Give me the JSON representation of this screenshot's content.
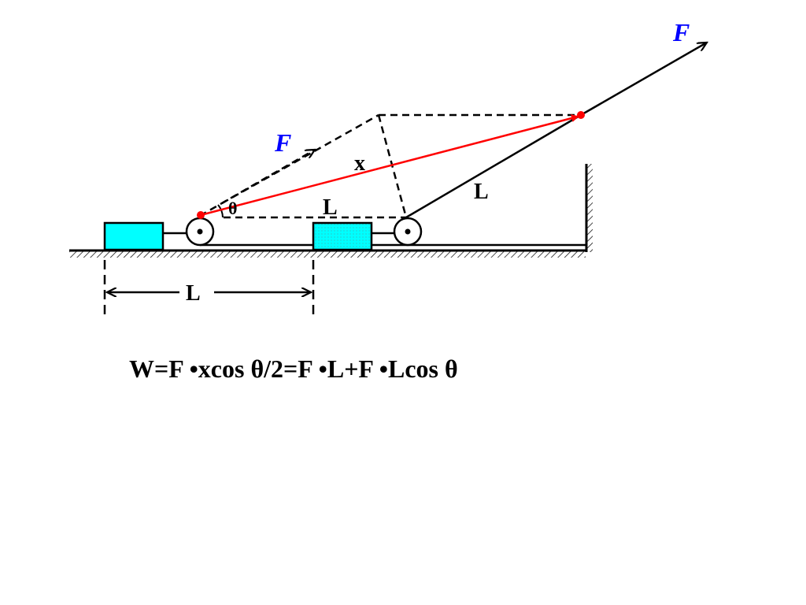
{
  "labels": {
    "force_upper": "F",
    "force_lower": "F",
    "displacement": "x",
    "rope_length": "L",
    "horizontal_length": "L",
    "angle": "θ",
    "distance": "L"
  },
  "formula": "W=F •xcos θ/2=F •L+F •Lcos θ",
  "colors": {
    "force_label": "#0000ff",
    "displacement_vector": "#ff0000",
    "block_fill": "#00ffff",
    "line": "#000000"
  }
}
